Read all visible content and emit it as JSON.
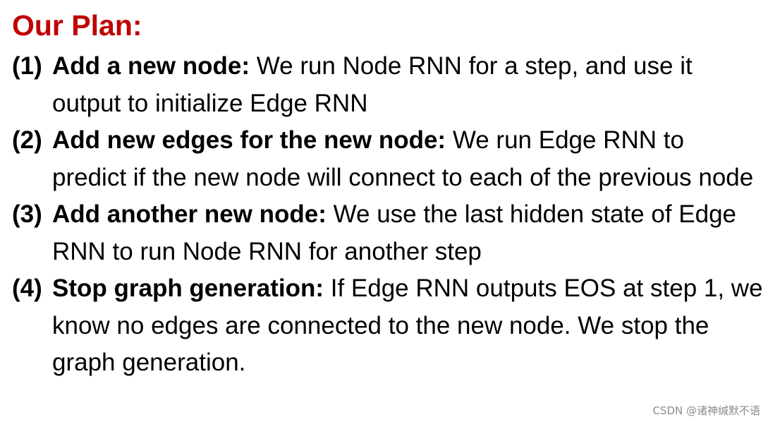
{
  "title": "Our Plan:",
  "items": [
    {
      "number": "(1)",
      "lead": "Add a new node:",
      "text": " We run Node RNN for a step, and use it output to initialize Edge RNN"
    },
    {
      "number": "(2)",
      "lead": "Add new edges for the new node:",
      "text": " We run Edge RNN to predict if the new node will connect to each of the previous node"
    },
    {
      "number": "(3)",
      "lead": "Add another new node:",
      "text": " We use the last hidden state of Edge RNN to run Node RNN for another step"
    },
    {
      "number": "(4)",
      "lead": "Stop graph generation:",
      "text": " If Edge RNN outputs EOS at step 1, we know no edges are connected to the new node. We stop the graph generation."
    }
  ],
  "watermark": "CSDN @诸神缄默不语",
  "colors": {
    "title": "#c00000",
    "text": "#000000",
    "watermark": "#8c8c8c"
  }
}
